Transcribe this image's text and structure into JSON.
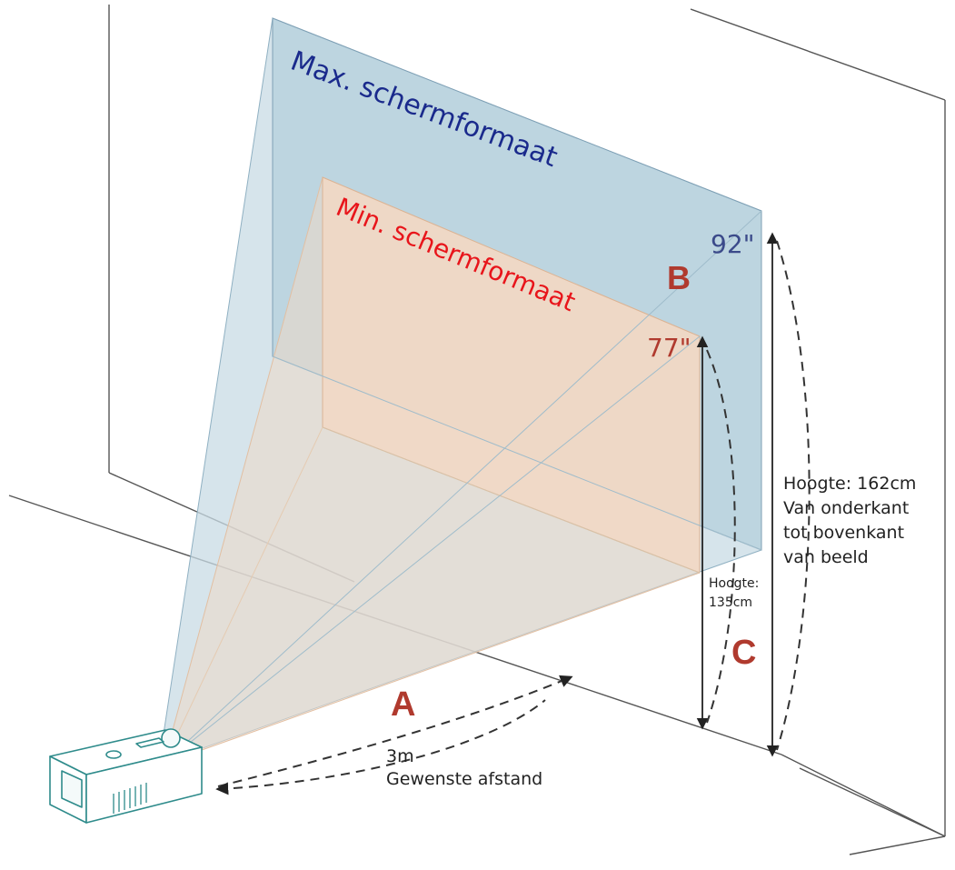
{
  "labels": {
    "max_screen": "Max. schermformaat",
    "min_screen": "Min. schermformaat",
    "max_size": "92\"",
    "min_size": "77\"",
    "letter_a": "A",
    "letter_b": "B",
    "letter_c": "C",
    "distance_value": "3m",
    "distance_caption": "Gewenste afstand",
    "short_height_line1": "Hoogte:",
    "short_height_line2": "135cm",
    "tall_height_line1": "Hoogte: 162cm",
    "tall_height_line2": "Van onderkant",
    "tall_height_line3": "tot bovenkant",
    "tall_height_line4": "van beeld"
  },
  "colors": {
    "max_screen_text": "#1a2a8c",
    "min_screen_text": "#e8151b",
    "max_size_text": "#3b4a8a",
    "min_size_text": "#b03a2e",
    "letter": "#b03a2e",
    "max_fill": "#b9d2de",
    "min_fill": "#f2d8c4",
    "line": "#3a3a3a",
    "projector": "#2e8b8b"
  }
}
